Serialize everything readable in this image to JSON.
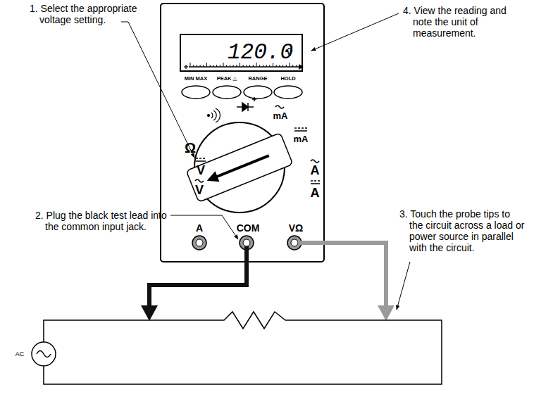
{
  "diagram": {
    "nodes": [
      {
        "text": [
          "120.0",
          "ṽ"
        ]
      }
    ],
    "labels": [
      "1. Select the appropriate voltage setting.",
      "4. View the reading and note the unit of measurement.",
      "MIN MAX",
      "PEAK △",
      "RANGE",
      "HOLD",
      "Ω",
      "V",
      "V",
      "mA",
      "mA",
      "A",
      "A",
      "2. Plug the black test lead into the common input jack.",
      "A",
      "COM",
      "VΩ",
      "3. Touch the probe tips to the circuit across a load or power source in parallel with the circuit.",
      "AC"
    ]
  }
}
